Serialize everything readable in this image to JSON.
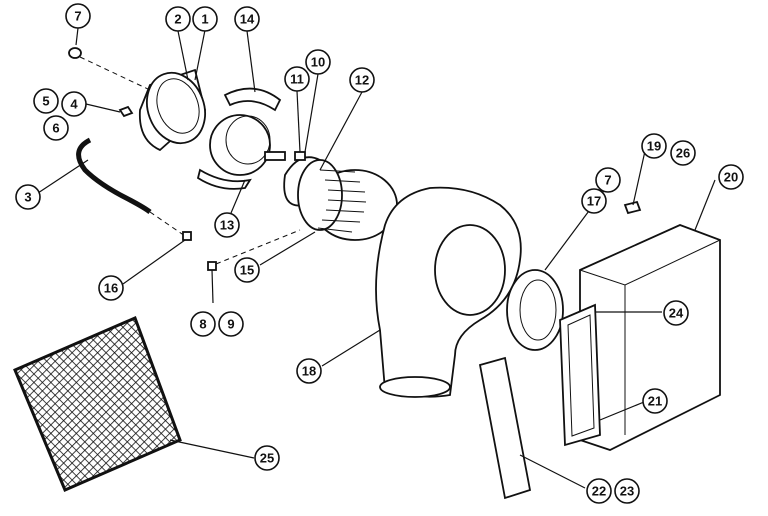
{
  "callouts": [
    {
      "label": "7"
    },
    {
      "label": "2"
    },
    {
      "label": "1"
    },
    {
      "label": "14"
    },
    {
      "label": "5"
    },
    {
      "label": "4"
    },
    {
      "label": "6"
    },
    {
      "label": "11"
    },
    {
      "label": "10"
    },
    {
      "label": "12"
    },
    {
      "label": "3"
    },
    {
      "label": "13"
    },
    {
      "label": "16"
    },
    {
      "label": "15"
    },
    {
      "label": "8"
    },
    {
      "label": "9"
    },
    {
      "label": "18"
    },
    {
      "label": "19"
    },
    {
      "label": "26"
    },
    {
      "label": "20"
    },
    {
      "label": "7"
    },
    {
      "label": "17"
    },
    {
      "label": "24"
    },
    {
      "label": "21"
    },
    {
      "label": "25"
    },
    {
      "label": "22"
    },
    {
      "label": "23"
    }
  ]
}
